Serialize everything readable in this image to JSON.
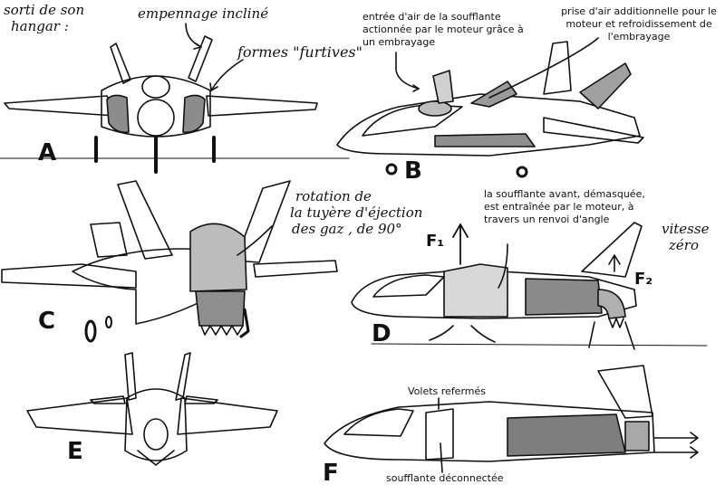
{
  "panels": {
    "A": {
      "letter": "A",
      "note_line1": "sorti de son",
      "note_line2": "hangar :",
      "tail_label": "empennage incliné",
      "stealth_label": "formes \"furtives\""
    },
    "B": {
      "letter": "B",
      "intake_note": "entrée d'air de la soufflante actionnée par le moteur grâce à un embrayage",
      "aux_note": "prise d'air additionnelle pour le moteur et refroidissement de l'embrayage"
    },
    "C": {
      "letter": "C",
      "rotation_line1": "rotation de",
      "rotation_line2": "la tuyère d'éjection",
      "rotation_line3": "des gaz , de 90°"
    },
    "D": {
      "letter": "D",
      "fan_note": "la soufflante avant, démasquée, est entraînée par le moteur, à travers un renvoi d'angle",
      "speed_line1": "vitesse",
      "speed_line2": "zéro",
      "f1": "F₁",
      "f2": "F₂"
    },
    "E": {
      "letter": "E"
    },
    "F": {
      "letter": "F",
      "flaps_note": "Volets refermés",
      "fan_off_note": "soufflante déconnectée"
    }
  },
  "colors": {
    "ink": "#111111",
    "shade": "#9a9a9a",
    "paper": "#ffffff"
  }
}
